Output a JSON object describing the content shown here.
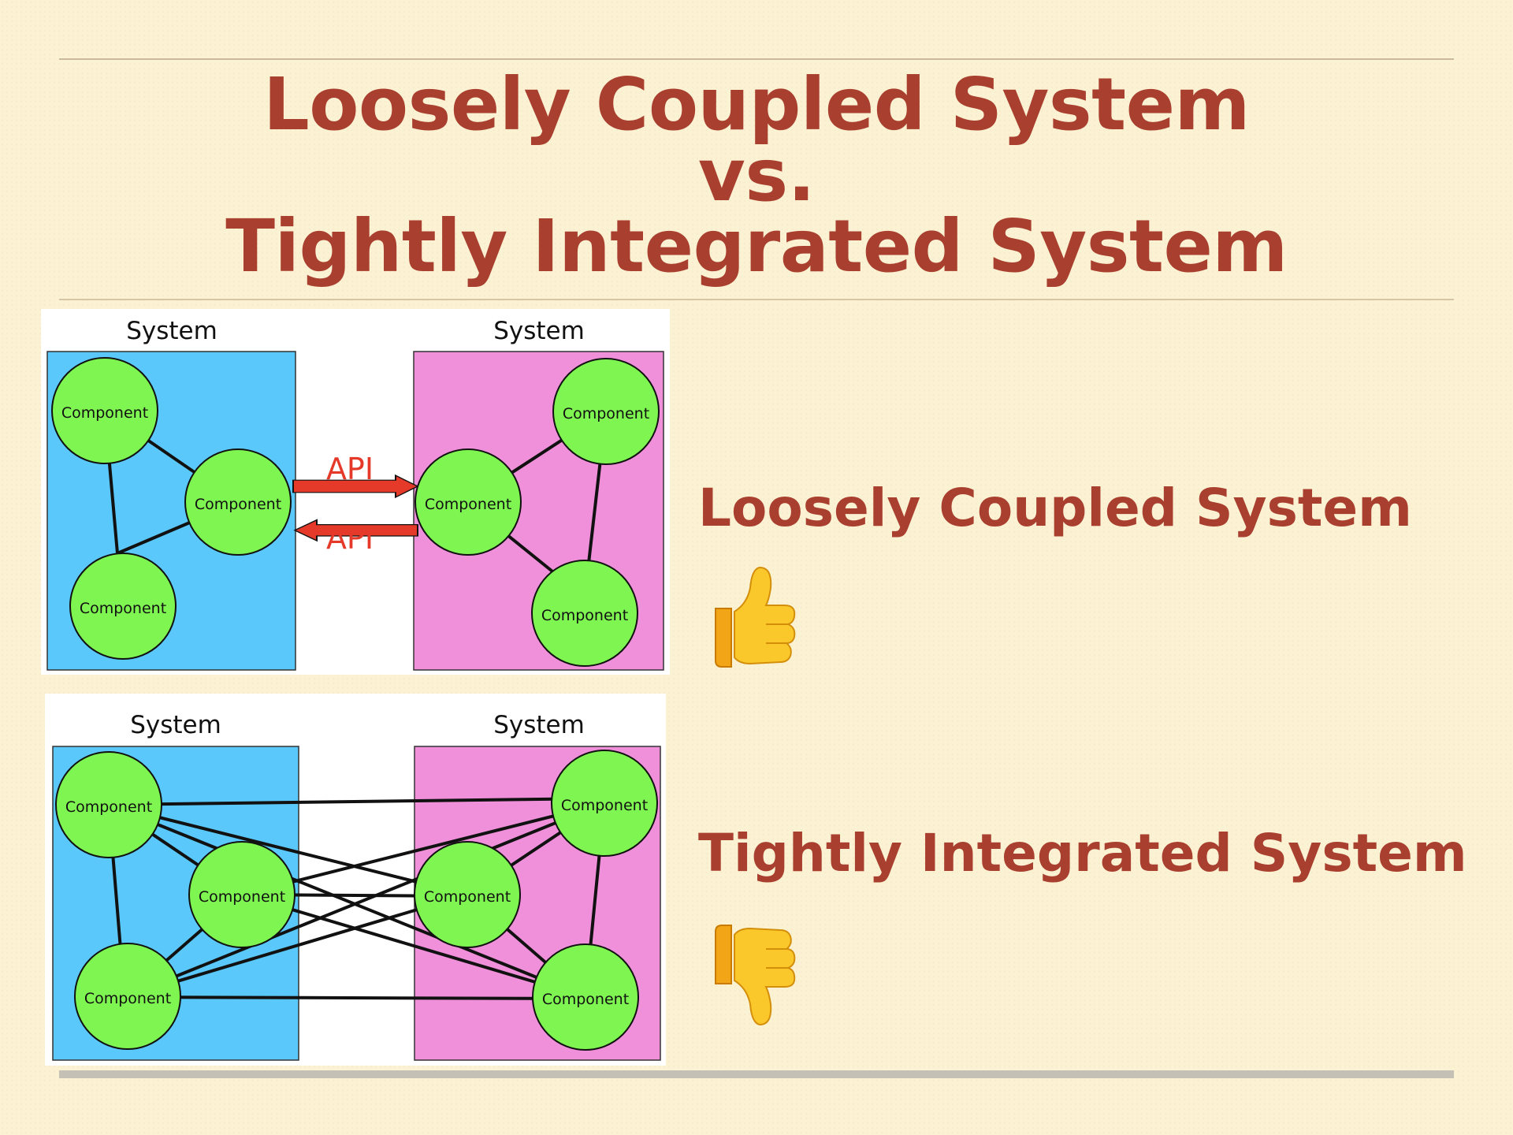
{
  "slide": {
    "title_lines": [
      "Loosely Coupled System",
      "vs.",
      "Tightly Integrated System"
    ],
    "colors": {
      "title": "#a93f2f",
      "system_left": "#5ac8fa",
      "system_right": "#f090da",
      "component": "#7ef550",
      "api_arrow": "#e53a2a",
      "background": "#fbf1d3"
    }
  },
  "loose_diagram": {
    "system_left_label": "System",
    "system_right_label": "System",
    "component_label": "Component",
    "api_top": "API",
    "api_bottom": "API"
  },
  "tight_diagram": {
    "system_left_label": "System",
    "system_right_label": "System",
    "component_label": "Component"
  },
  "labels": {
    "loose": "Loosely Coupled System",
    "tight": "Tightly Integrated System",
    "loose_icon": "thumbs-up-icon",
    "tight_icon": "thumbs-down-icon"
  }
}
